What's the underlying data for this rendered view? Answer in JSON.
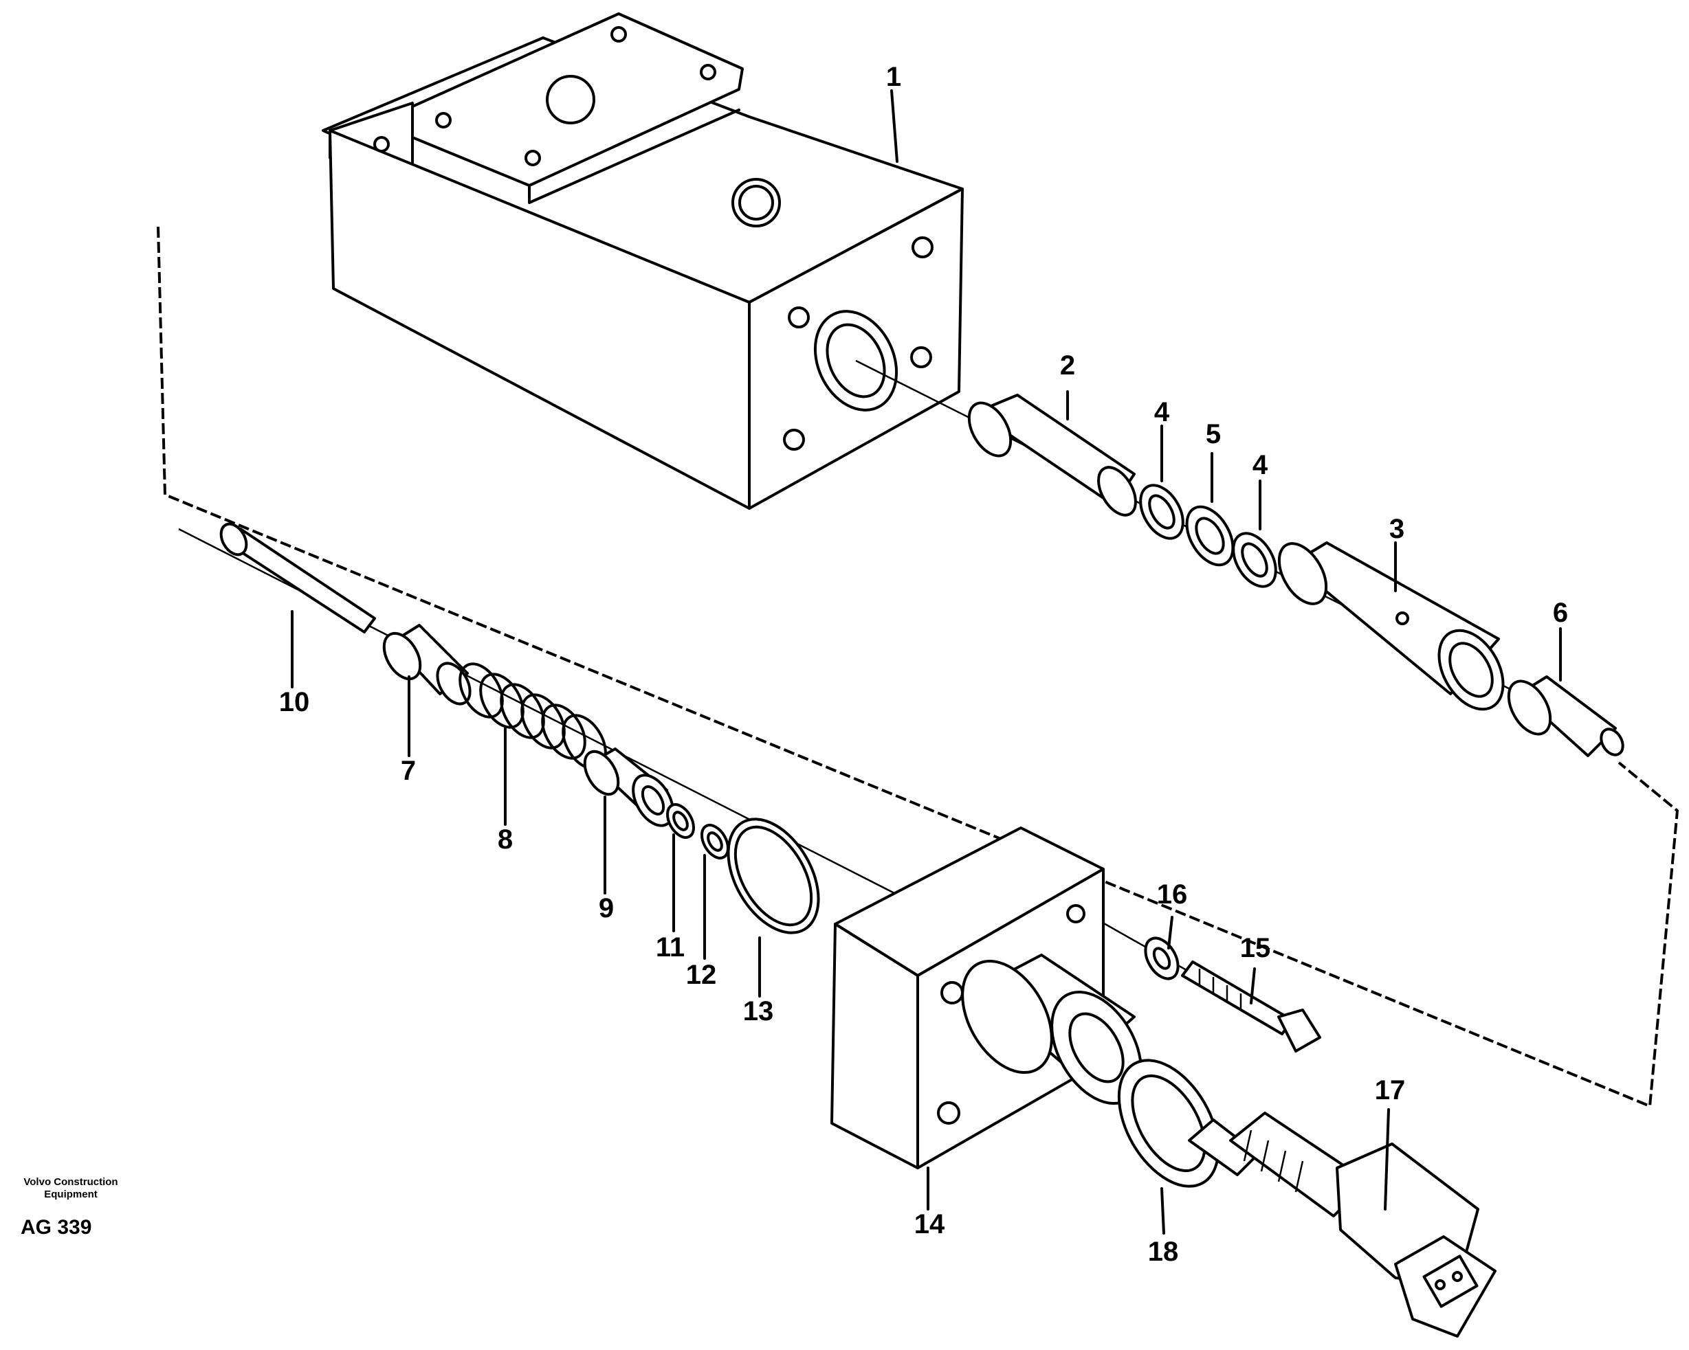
{
  "diagram": {
    "parts": [
      {
        "number": "1"
      },
      {
        "number": "2"
      },
      {
        "number": "3"
      },
      {
        "number": "4"
      },
      {
        "number": "4"
      },
      {
        "number": "5"
      },
      {
        "number": "6"
      },
      {
        "number": "7"
      },
      {
        "number": "8"
      },
      {
        "number": "9"
      },
      {
        "number": "10"
      },
      {
        "number": "11"
      },
      {
        "number": "12"
      },
      {
        "number": "13"
      },
      {
        "number": "14"
      },
      {
        "number": "15"
      },
      {
        "number": "16"
      },
      {
        "number": "17"
      },
      {
        "number": "18"
      }
    ]
  },
  "footer": {
    "company_line1": "Volvo Construction",
    "company_line2": "Equipment",
    "reference": "AG 339"
  }
}
